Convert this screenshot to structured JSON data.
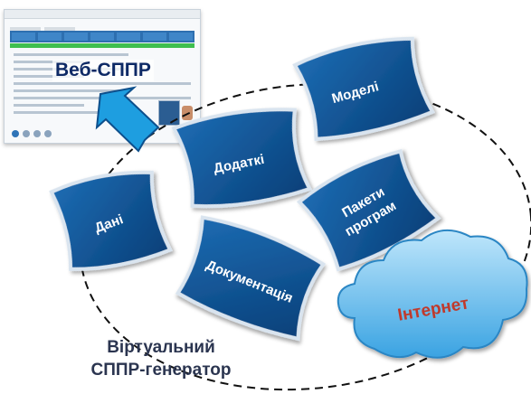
{
  "web_label": "Веб-СППР",
  "tiles": {
    "models": "Моделі",
    "apps": "Додаткі",
    "packages_line1": "Пакети",
    "packages_line2": "програм",
    "data": "Дані",
    "docs": "Документація"
  },
  "cloud_label": "Інтернет",
  "caption": {
    "line1": "Віртуальний",
    "line2": "СППР-генератор"
  },
  "colors": {
    "tile_blue": "#0b4f8f",
    "arrow_blue": "#1e9ee0",
    "cloud_blue": "#5bb8ec",
    "cloud_text": "#c0392b",
    "caption_text": "#2b3550"
  }
}
